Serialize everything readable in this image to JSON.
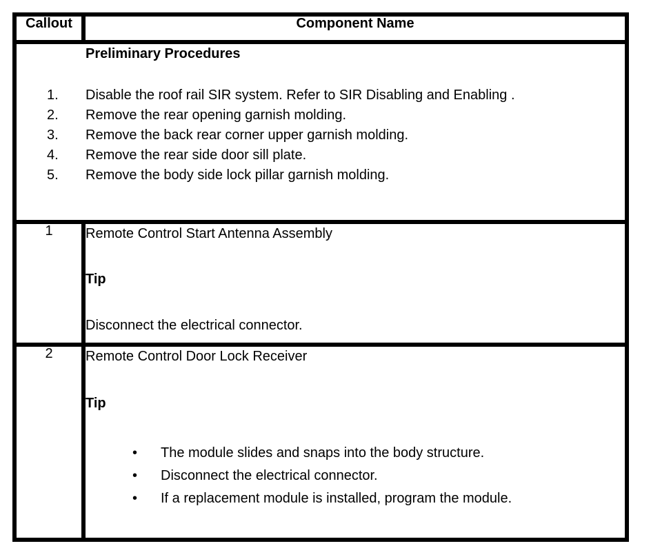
{
  "icons": {
    "bullet": "•"
  },
  "table": {
    "header": {
      "callout": "Callout",
      "component": "Component Name"
    },
    "preliminary": {
      "title": "Preliminary Procedures",
      "steps": [
        {
          "num": "1.",
          "text": "Disable the roof rail SIR system. Refer to SIR Disabling and Enabling ."
        },
        {
          "num": "2.",
          "text": "Remove the rear opening garnish molding."
        },
        {
          "num": "3.",
          "text": "Remove the back rear corner upper garnish molding."
        },
        {
          "num": "4.",
          "text": "Remove the rear side door sill plate."
        },
        {
          "num": "5.",
          "text": "Remove the body side lock pillar garnish molding."
        }
      ]
    },
    "rows": [
      {
        "callout": "1",
        "name": "Remote Control Start Antenna Assembly",
        "tip_label": "Tip",
        "note": "Disconnect the electrical connector."
      },
      {
        "callout": "2",
        "name": "Remote Control Door Lock Receiver",
        "tip_label": "Tip",
        "bullets": [
          "The module slides and snaps into the body structure.",
          "Disconnect the electrical connector.",
          "If a replacement module is installed, program the module."
        ]
      }
    ]
  }
}
